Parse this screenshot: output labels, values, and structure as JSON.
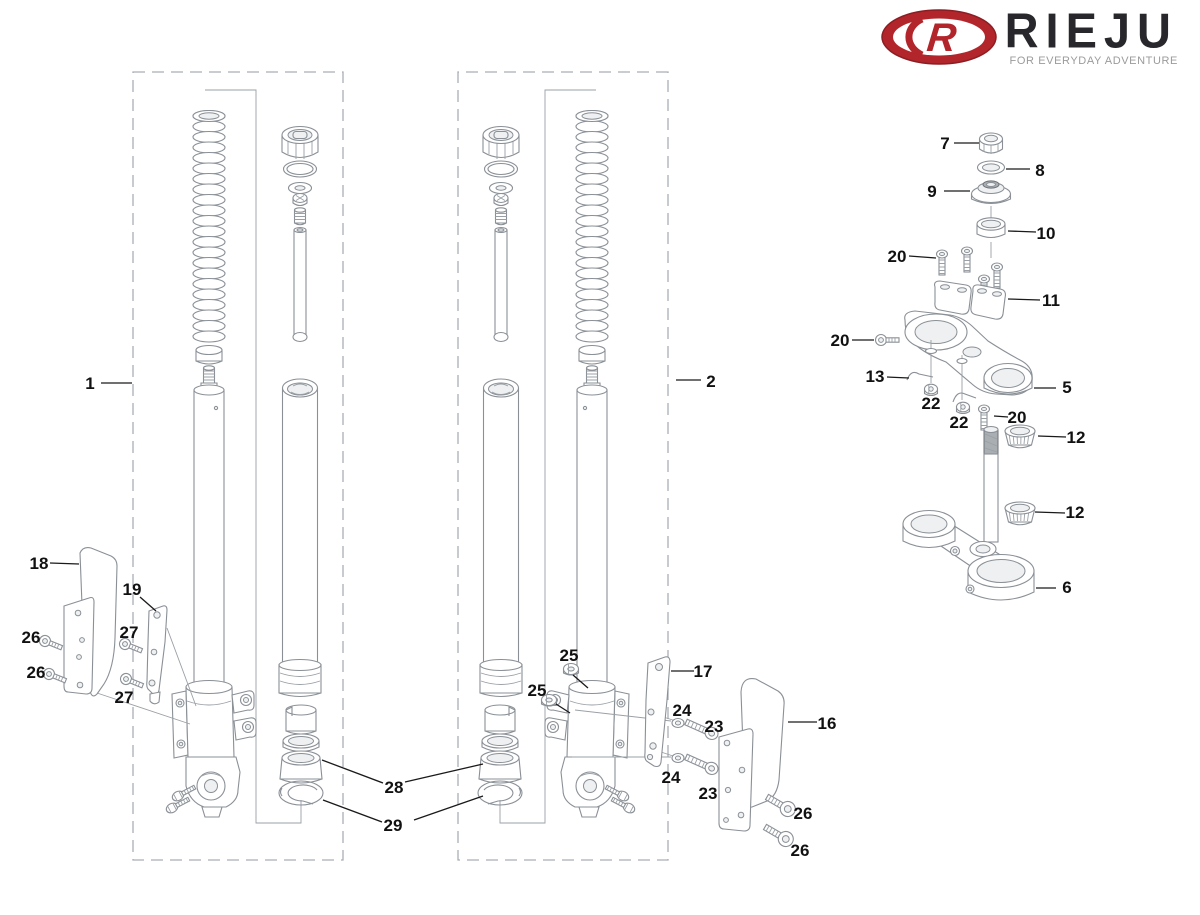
{
  "logo": {
    "brand": "RIEJU",
    "tagline": "FOR EVERYDAY ADVENTURE",
    "emblem_letter": "R"
  },
  "colors": {
    "brand_red": "#b2252b",
    "diagram_line_gray": "#8a9096",
    "callout_black": "#111111",
    "dash_gray": "#a9aeb3"
  },
  "callouts": {
    "p1": "1",
    "p2": "2",
    "p5": "5",
    "p6": "6",
    "p7": "7",
    "p8": "8",
    "p9": "9",
    "p10": "10",
    "p11": "11",
    "p12": "12",
    "p13": "13",
    "p16": "16",
    "p17": "17",
    "p18": "18",
    "p19": "19",
    "p20": "20",
    "p22": "22",
    "p23": "23",
    "p24": "24",
    "p25": "25",
    "p26": "26",
    "p27": "27",
    "p28": "28",
    "p29": "29"
  }
}
